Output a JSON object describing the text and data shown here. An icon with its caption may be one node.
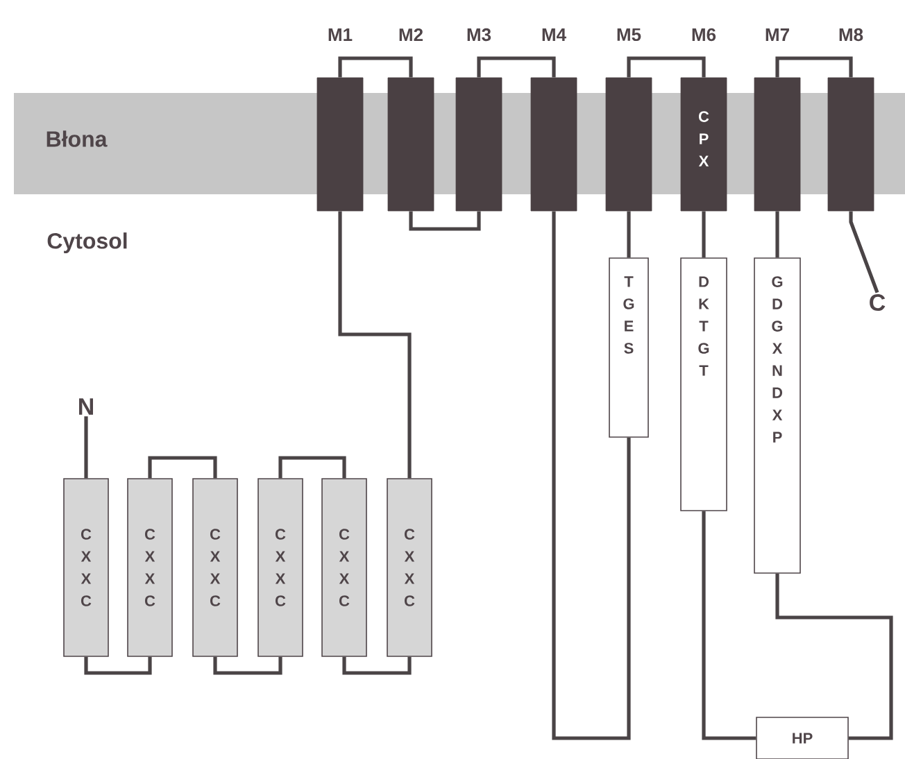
{
  "diagram": {
    "nodes": [
      {
        "text": [
          "Błona"
        ]
      },
      {
        "text": [
          "M1"
        ]
      },
      {
        "text": [
          "M2"
        ]
      },
      {
        "text": [
          "M3"
        ]
      },
      {
        "text": [
          "M4"
        ]
      },
      {
        "text": [
          "M5"
        ]
      },
      {
        "text": [
          "M6",
          "C P X"
        ]
      },
      {
        "text": [
          "M7"
        ]
      },
      {
        "text": [
          "M8"
        ]
      },
      {
        "text": [
          "T G E S"
        ]
      },
      {
        "text": [
          "D K T G T"
        ]
      },
      {
        "text": [
          "G D G X N D X P"
        ]
      },
      {
        "text": [
          "C"
        ]
      },
      {
        "text": [
          "N"
        ]
      },
      {
        "text": [
          "C X X C"
        ]
      },
      {
        "text": [
          "C X X C"
        ]
      },
      {
        "text": [
          "C X X C"
        ]
      },
      {
        "text": [
          "C X X C"
        ]
      },
      {
        "text": [
          "C X X C"
        ]
      },
      {
        "text": [
          "C X X C"
        ]
      },
      {
        "text": [
          "HP"
        ]
      }
    ],
    "edges": [
      {
        "from": 13,
        "to": 14,
        "arrow": "none"
      },
      {
        "from": 14,
        "to": 15,
        "arrow": "none"
      },
      {
        "from": 15,
        "to": 16,
        "arrow": "none"
      },
      {
        "from": 16,
        "to": 17,
        "arrow": "none"
      },
      {
        "from": 17,
        "to": 18,
        "arrow": "none"
      },
      {
        "from": 18,
        "to": 19,
        "arrow": "none"
      },
      {
        "from": 19,
        "to": 1,
        "arrow": "none"
      },
      {
        "from": 1,
        "to": 2,
        "arrow": "none"
      },
      {
        "from": 2,
        "to": 3,
        "arrow": "none"
      },
      {
        "from": 3,
        "to": 4,
        "arrow": "none"
      },
      {
        "from": 4,
        "to": 9,
        "arrow": "none"
      },
      {
        "from": 9,
        "to": 5,
        "arrow": "none"
      },
      {
        "from": 5,
        "to": 6,
        "arrow": "none"
      },
      {
        "from": 6,
        "to": 10,
        "arrow": "none"
      },
      {
        "from": 10,
        "to": 20,
        "arrow": "none"
      },
      {
        "from": 20,
        "to": 11,
        "arrow": "none"
      },
      {
        "from": 11,
        "to": 7,
        "arrow": "none"
      },
      {
        "from": 7,
        "to": 8,
        "arrow": "none"
      },
      {
        "from": 8,
        "to": 12,
        "arrow": "none"
      }
    ],
    "labels": [
      "Cytosol"
    ]
  }
}
